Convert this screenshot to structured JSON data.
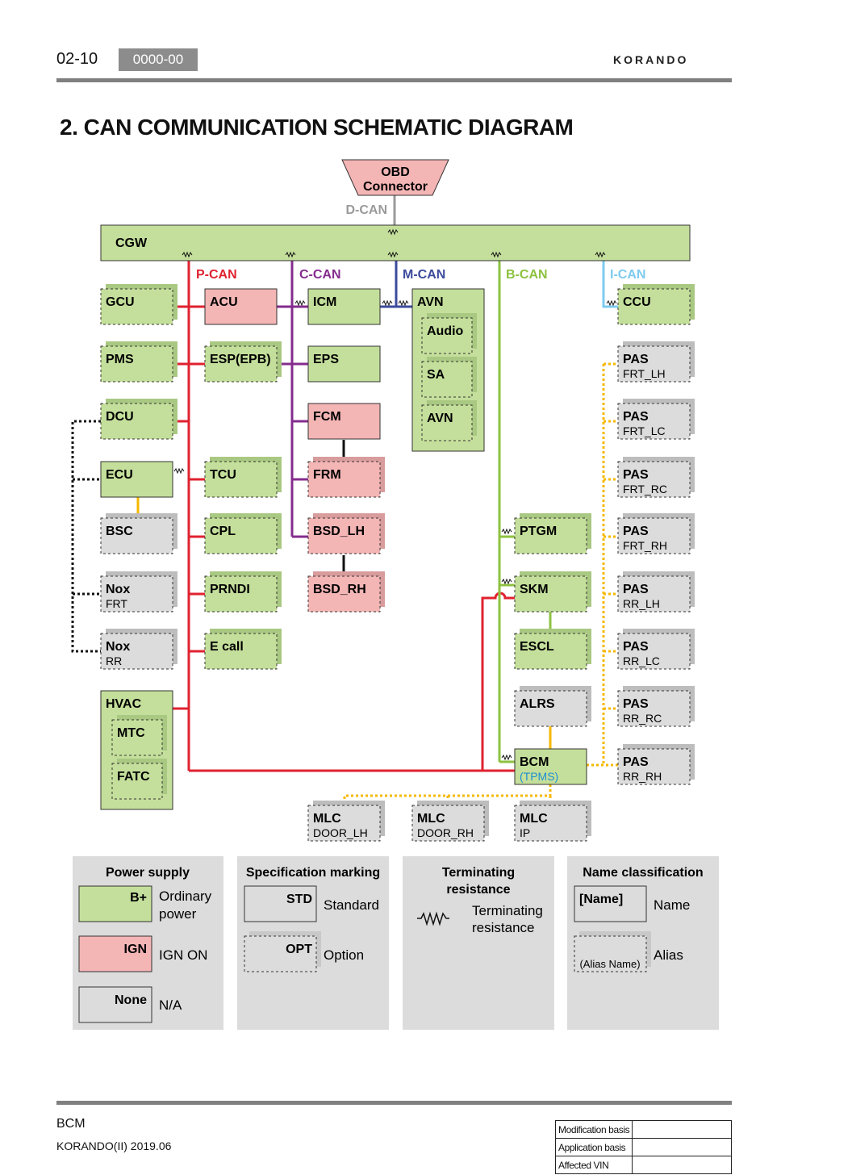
{
  "header": {
    "page_number": "02-10",
    "doc_code": "0000-00",
    "brand": "KORANDO"
  },
  "title": "2. CAN COMMUNICATION SCHEMATIC DIAGRAM",
  "colors": {
    "green": "#c4df9b",
    "pink": "#f4b5b5",
    "gray": "#dcdcdc",
    "p_can": "#e0222f",
    "c_can": "#842c8e",
    "m_can": "#3c4b9c",
    "b_can": "#8dc240",
    "i_can": "#7ecbef",
    "d_can": "#9a9a9a",
    "optional_link": "#f5b800",
    "alias_link": "#111111"
  },
  "buses": {
    "d_can": "D-CAN",
    "p_can": "P-CAN",
    "c_can": "C-CAN",
    "m_can": "M-CAN",
    "b_can": "B-CAN",
    "i_can": "I-CAN"
  },
  "modules": {
    "obd": "OBD Connector",
    "cgw": "CGW",
    "gcu": "GCU",
    "pms": "PMS",
    "dcu": "DCU",
    "ecu": "ECU",
    "bsc": "BSC",
    "nox_frt": "Nox",
    "nox_frt_sub": "FRT",
    "nox_rr": "Nox",
    "nox_rr_sub": "RR",
    "hvac": "HVAC",
    "mtc": "MTC",
    "fatc": "FATC",
    "acu": "ACU",
    "esp": "ESP(EPB)",
    "tcu": "TCU",
    "cpl": "CPL",
    "prndi": "PRNDI",
    "ecall": "E call",
    "icm": "ICM",
    "eps": "EPS",
    "fcm": "FCM",
    "frm": "FRM",
    "bsd_lh": "BSD_LH",
    "bsd_rh": "BSD_RH",
    "avn": "AVN",
    "audio": "Audio",
    "sa": "SA",
    "avn_sub": "AVN",
    "ptgm": "PTGM",
    "skm": "SKM",
    "escl": "ESCL",
    "alrs": "ALRS",
    "bcm": "BCM",
    "bcm_sub": "(TPMS)",
    "ccu": "CCU",
    "pas1": "PAS",
    "pas1_sub": "FRT_LH",
    "pas2": "PAS",
    "pas2_sub": "FRT_LC",
    "pas3": "PAS",
    "pas3_sub": "FRT_RC",
    "pas4": "PAS",
    "pas4_sub": "FRT_RH",
    "pas5": "PAS",
    "pas5_sub": "RR_LH",
    "pas6": "PAS",
    "pas6_sub": "RR_LC",
    "pas7": "PAS",
    "pas7_sub": "RR_RC",
    "pas8": "PAS",
    "pas8_sub": "RR_RH",
    "mlc1": "MLC",
    "mlc1_sub": "DOOR_LH",
    "mlc2": "MLC",
    "mlc2_sub": "DOOR_RH",
    "mlc3": "MLC",
    "mlc3_sub": "IP"
  },
  "legend": {
    "power": {
      "title": "Power supply",
      "b_plus": "B+",
      "b_plus_desc_1": "Ordinary",
      "b_plus_desc_2": "power",
      "ign": "IGN",
      "ign_desc": "IGN ON",
      "none": "None",
      "none_desc": "N/A"
    },
    "spec": {
      "title": "Specification marking",
      "std": "STD",
      "std_desc": "Standard",
      "opt": "OPT",
      "opt_desc": "Option"
    },
    "term": {
      "title_1": "Terminating",
      "title_2": "resistance",
      "desc_1": "Terminating",
      "desc_2": "resistance"
    },
    "name": {
      "title": "Name classification",
      "name": "[Name]",
      "name_desc": "Name",
      "alias": "(Alias Name)",
      "alias_desc": "Alias"
    }
  },
  "footer": {
    "system": "BCM",
    "model": "KORANDO(II) 2019.06",
    "rev_labels": [
      "Modification basis",
      "Application basis",
      "Affected VIN"
    ]
  }
}
